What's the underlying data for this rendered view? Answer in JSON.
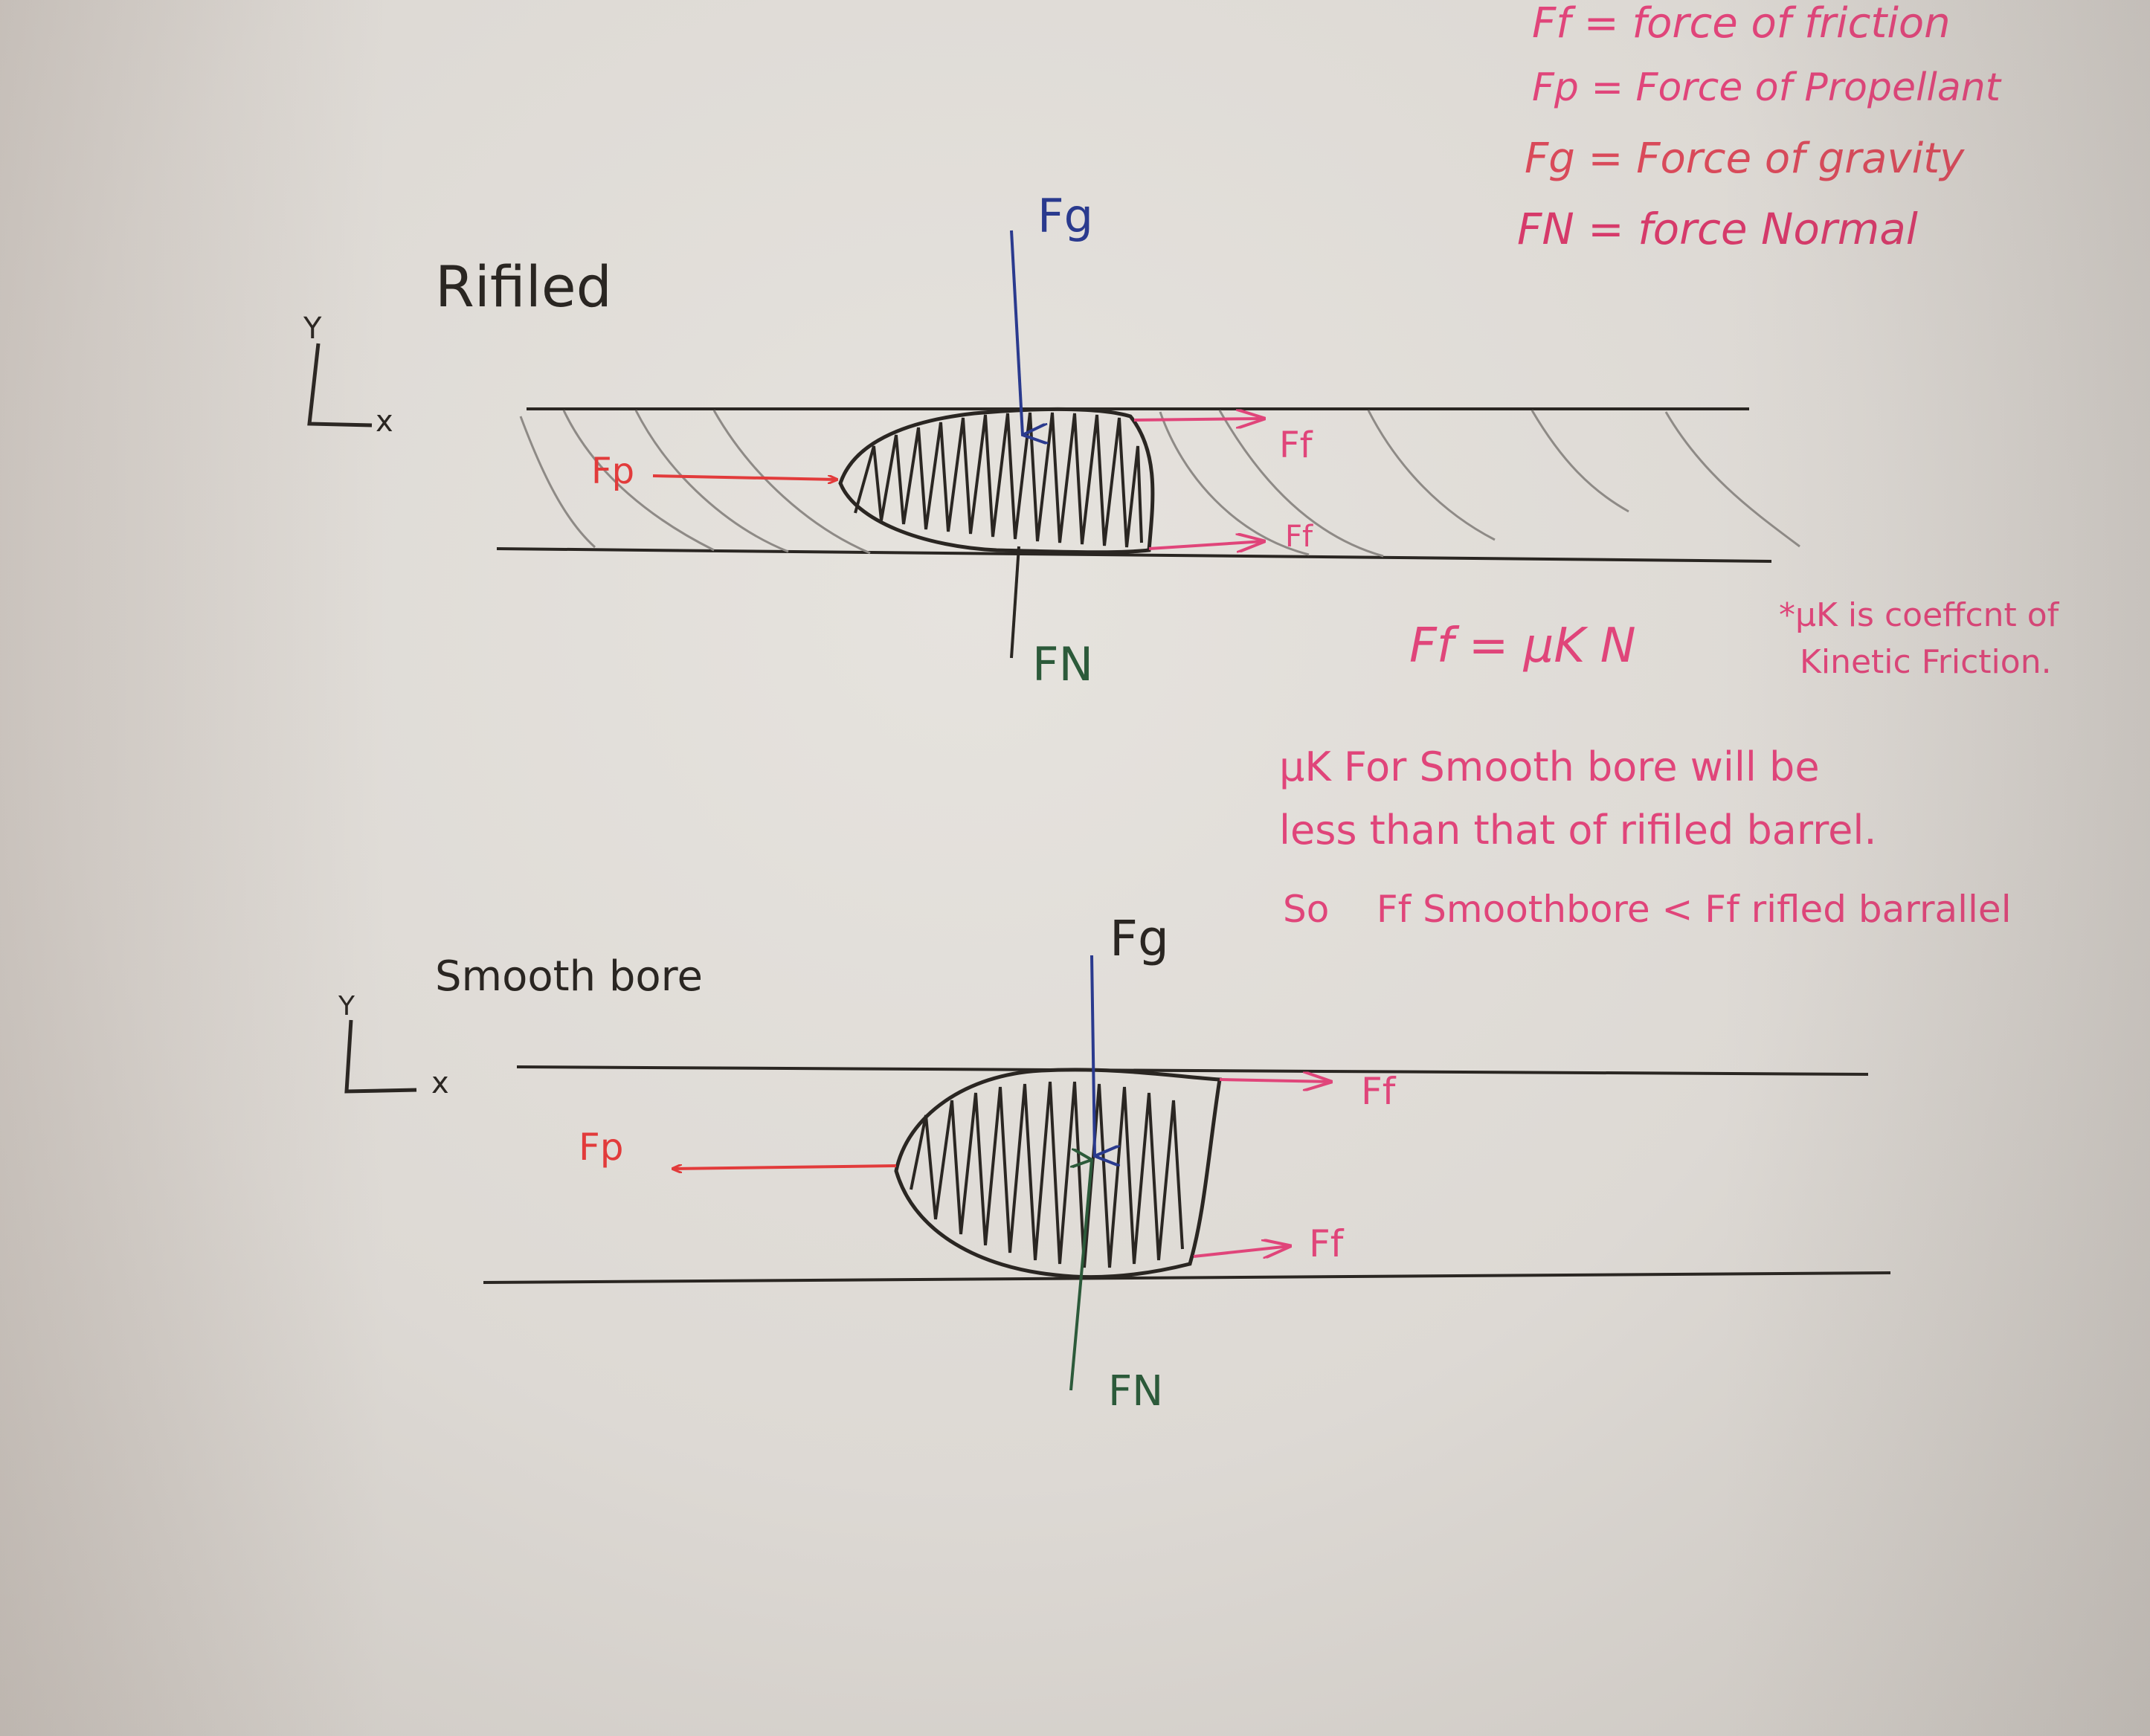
{
  "legend": [
    {
      "text": "Ff = force of friction",
      "color": "#e0457a"
    },
    {
      "text": "Fp = Force of Propellant",
      "color": "#e0457a"
    },
    {
      "text": "Fg = Force of gravity",
      "color": "#d94a5a"
    },
    {
      "text": "FN = force Normal",
      "color": "#d63a6a"
    }
  ],
  "rifled": {
    "title": "Rifiled",
    "axis_y": "Y",
    "axis_x": "x",
    "fg": "Fg",
    "fp": "Fp",
    "ff_top": "Ff",
    "ff_bottom": "Ff",
    "fn": "FN"
  },
  "equation": "Ff = μK N",
  "note": [
    "*μK is coeffcnt of",
    "Kinetic Friction."
  ],
  "comparison": [
    "μK For Smooth bore will be",
    "less than that of rifiled barrel.",
    "So    Ff Smoothbore < Ff rifled barrallel"
  ],
  "smooth": {
    "title": "Smooth bore",
    "axis_y": "Y",
    "axis_x": "x",
    "fg": "Fg",
    "fp": "Fp",
    "ff_top": "Ff",
    "ff_bottom": "Ff",
    "fn": "FN"
  },
  "colors": {
    "ink": "#2a2622",
    "pencil": "#8e8a86",
    "red": "#e23b3b",
    "pink": "#e0457a",
    "blue": "#2a3a8e",
    "green": "#2c5a3a"
  }
}
